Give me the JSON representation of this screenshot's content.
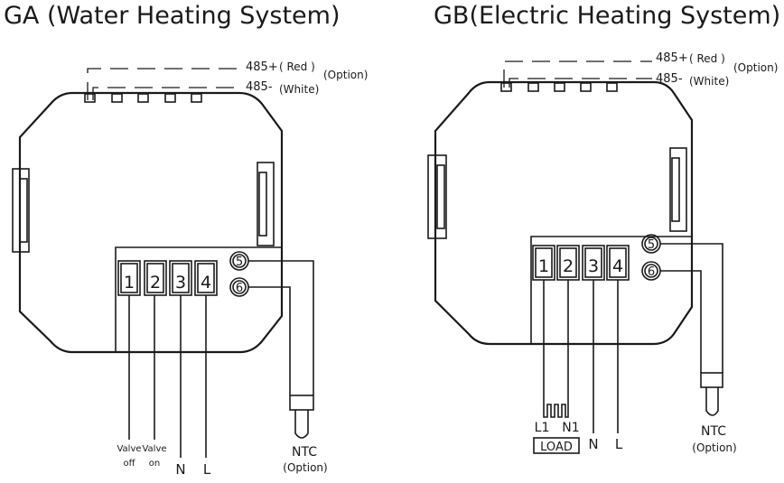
{
  "ga": {
    "title": "GA (Water Heating System)",
    "rs485_plus": "485+",
    "rs485_plus_color": "( Red )",
    "rs485_minus": "485-",
    "rs485_minus_color": "(White)",
    "option": "(Option)",
    "terminals": [
      "1",
      "2",
      "3",
      "4"
    ],
    "sensor_terminals": [
      "5",
      "6"
    ],
    "valve_off_line1": "Valve",
    "valve_off_line2": "off",
    "valve_on_line1": "Valve",
    "valve_on_line2": "on",
    "neutral": "N",
    "live": "L",
    "ntc": "NTC",
    "ntc_option": "(Option)"
  },
  "gb": {
    "title": "GB(Electric Heating System)",
    "rs485_plus": "485+",
    "rs485_plus_color": "( Red )",
    "rs485_minus": "485-",
    "rs485_minus_color": "(White)",
    "option": "(Option)",
    "terminals": [
      "1",
      "2",
      "3",
      "4"
    ],
    "sensor_terminals": [
      "5",
      "6"
    ],
    "l1": "L1",
    "n1": "N1",
    "load": "LOAD",
    "neutral": "N",
    "live": "L",
    "ntc": "NTC",
    "ntc_option": "(Option)"
  }
}
